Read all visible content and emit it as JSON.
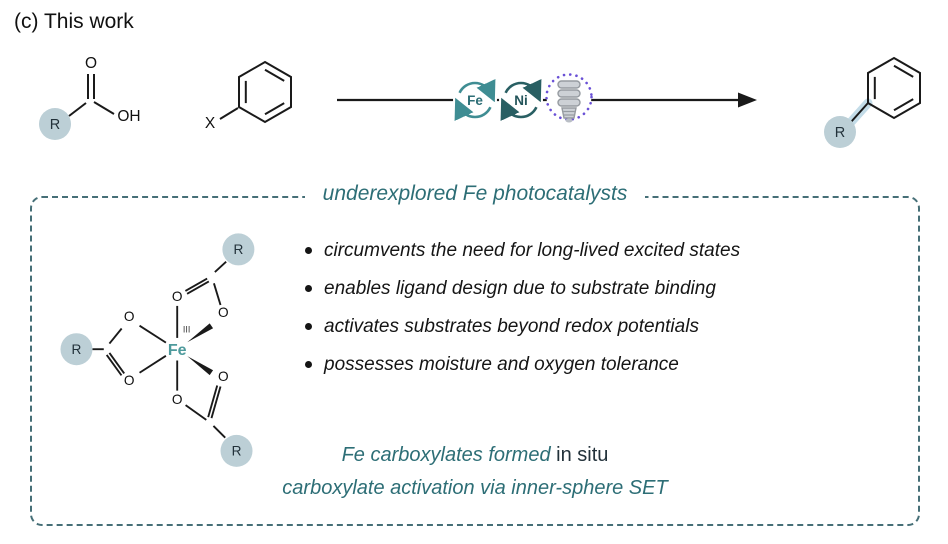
{
  "header": {
    "label": "(c) This work"
  },
  "labels": {
    "r": "R",
    "o": "O",
    "oh": "OH",
    "x": "X",
    "fe": "Fe",
    "ni": "Ni",
    "oxidation_state": "III"
  },
  "box": {
    "title": "underexplored Fe photocatalysts",
    "bullets": [
      "circumvents the need for long-lived excited states",
      "enables ligand design due to substrate binding",
      "activates substrates beyond redox potentials",
      "possesses moisture and oxygen tolerance"
    ],
    "footer": {
      "line1_italic": "Fe carboxylates formed",
      "line1_roman": " in situ",
      "line2": "carboxylate activation via inner-sphere SET"
    }
  },
  "colors": {
    "teal_text": "#2d6e76",
    "fe_cycle": "#3f8d93",
    "ni_cycle": "#295f63",
    "r_circle_fill": "#bccfd6",
    "purple_dotted": "#6a51d6",
    "bulb_gray": "#cdd1d6",
    "bond": "#1a1a1a",
    "box_border": "#466f77"
  }
}
